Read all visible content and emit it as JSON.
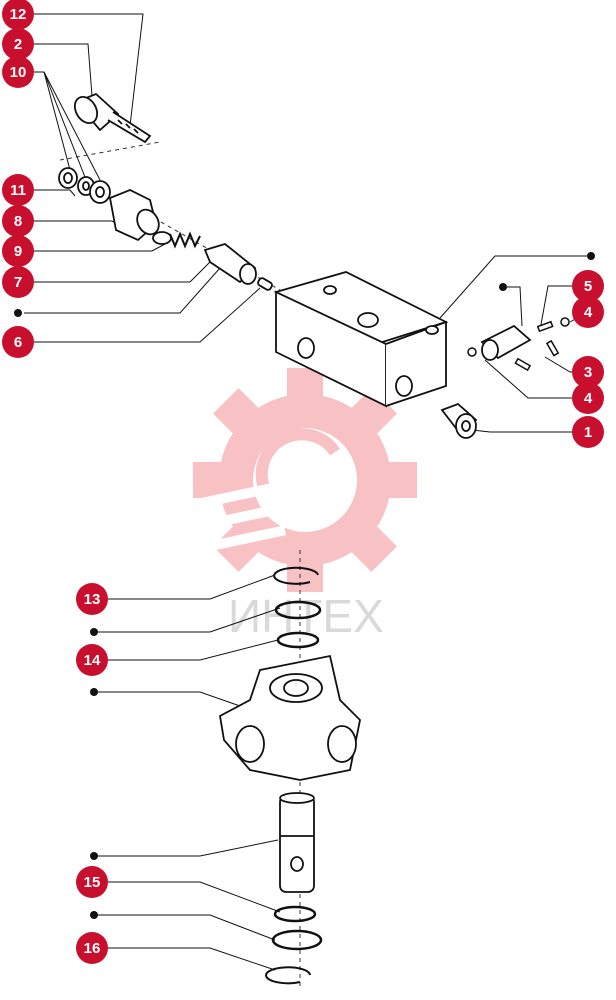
{
  "diagram": {
    "watermark_text": "ИНТЕХ",
    "callout_color": "#c8102e",
    "callouts": {
      "c12": "12",
      "c2": "2",
      "c10": "10",
      "c11": "11",
      "c8": "8",
      "c9": "9",
      "c7": "7",
      "c6": "6",
      "c5": "5",
      "c4a": "4",
      "c3": "3",
      "c4b": "4",
      "c1": "1",
      "c13": "13",
      "c14": "14",
      "c15": "15",
      "c16": "16"
    }
  }
}
